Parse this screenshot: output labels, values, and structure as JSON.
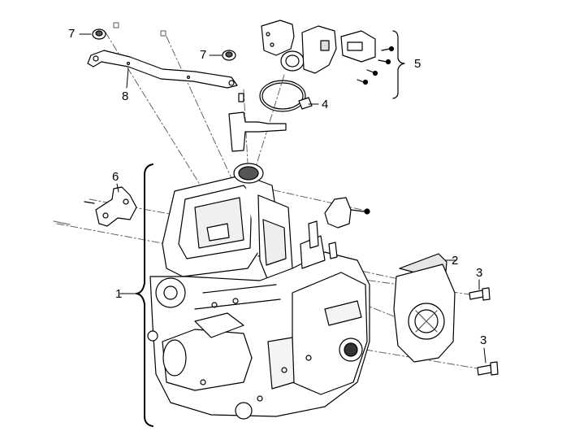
{
  "diagram": {
    "callouts": [
      {
        "id": "c7a",
        "label": "7"
      },
      {
        "id": "c8",
        "label": "8"
      },
      {
        "id": "c7b",
        "label": "7"
      },
      {
        "id": "c5",
        "label": "5"
      },
      {
        "id": "c4",
        "label": "4"
      },
      {
        "id": "c6",
        "label": "6"
      },
      {
        "id": "c2",
        "label": "2"
      },
      {
        "id": "c3a",
        "label": "3"
      },
      {
        "id": "c1",
        "label": "1"
      },
      {
        "id": "c3b",
        "label": "3"
      }
    ],
    "colors": {
      "line": "#000000",
      "fill": "#ffffff",
      "shade": "#e6e6e6",
      "dark": "#333333"
    }
  }
}
